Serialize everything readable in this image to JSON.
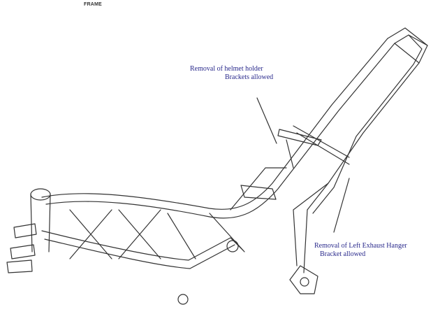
{
  "title": "FRAME",
  "annotations": [
    {
      "lines": [
        "Removal of helmet holder",
        "Brackets allowed"
      ]
    },
    {
      "lines": [
        "Removal of Left Exhaust Hanger",
        "Bracket allowed"
      ]
    }
  ],
  "colors": {
    "annotation": "#2a2a8c",
    "line": "#333333"
  }
}
